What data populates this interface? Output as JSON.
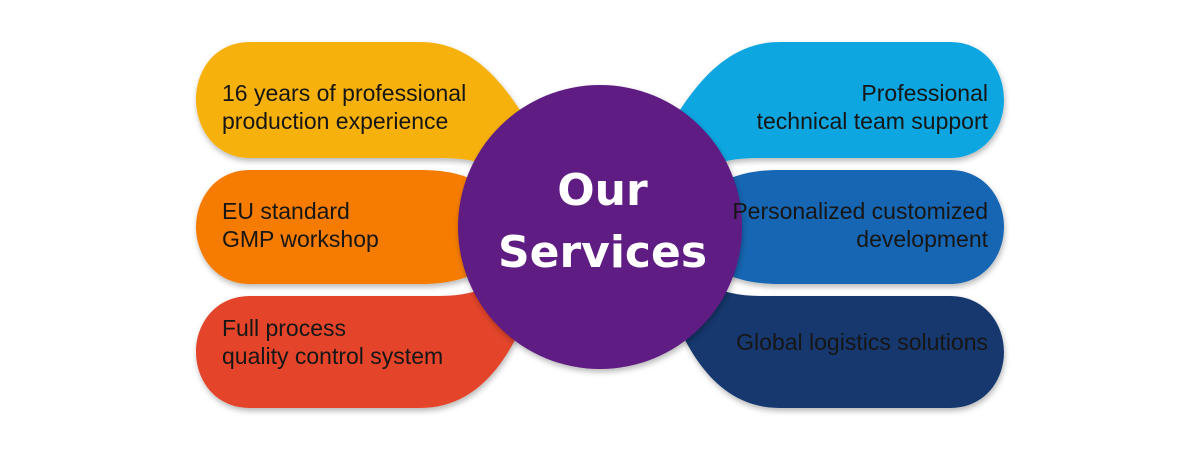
{
  "center": {
    "line1": "Our",
    "line2": "Services"
  },
  "left_items": [
    {
      "line1": "16 years of professional",
      "line2": "production experience",
      "color": "#F7B10C"
    },
    {
      "line1": "EU standard",
      "line2": "GMP workshop",
      "color": "#F57C00"
    },
    {
      "line1": "Full process",
      "line2": "quality control system",
      "color": "#E4452A"
    }
  ],
  "right_items": [
    {
      "line1": "Professional",
      "line2": "technical team support",
      "color": "#0FA6E0"
    },
    {
      "line1": "Personalized customized",
      "line2": "development",
      "color": "#1666B3"
    },
    {
      "line1": "Global logistics solutions",
      "line2": "",
      "color": "#16386E"
    }
  ],
  "colors": {
    "center_circle": "#5E1A82",
    "text": "#161616",
    "center_text": "#FFFFFF"
  }
}
